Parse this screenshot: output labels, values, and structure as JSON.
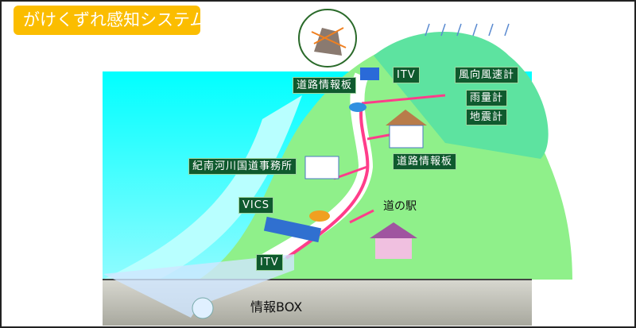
{
  "title": "がけくずれ感知システム",
  "labels": {
    "road_info_board_top": "道路情報板",
    "itv_top": "ITV",
    "anemometer": "風向風速計",
    "rain_gauge": "雨量計",
    "seismometer": "地震計",
    "road_info_board_house": "道路情報板",
    "office": "紀南河川国道事務所",
    "vics": "VICS",
    "roadside_station": "道の駅",
    "itv_bottom": "ITV",
    "info_box": "情報BOX"
  },
  "colors": {
    "title_bg": "#fbbd00",
    "label_bg": "#0f5a2e",
    "cable": "#ff3d8a",
    "sky": "#22ffff",
    "hill": "#8ff08a"
  }
}
